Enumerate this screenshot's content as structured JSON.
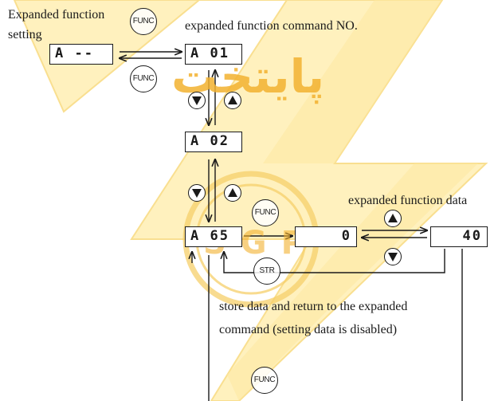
{
  "labels": {
    "expanded_function_setting_line1": "Expanded function",
    "expanded_function_setting_line2": "setting",
    "expanded_command_no": "expanded function command NO.",
    "expanded_function_data": "expanded function data",
    "store_note_line1": "store data and return to the expanded",
    "store_note_line2": "command (setting data is disabled)"
  },
  "displays": {
    "group": "A --",
    "cmd_01": "A 01",
    "cmd_02": "A 02",
    "cmd_65": "A 65",
    "data_initial": "0",
    "data_set": "40"
  },
  "buttons": {
    "func": "FUNC",
    "store": "STR"
  },
  "icons": {
    "up": "up-arrow-key-icon",
    "down": "down-arrow-key-icon",
    "func": "func-key-icon",
    "store": "store-key-icon"
  },
  "watermark": {
    "persian_word": "پایتخت",
    "brand": "SGP",
    "colors": {
      "bolt": "#fff0b8",
      "text": "#f3b230",
      "ring": "#f6cf6a"
    }
  },
  "colors": {
    "ink": "#1a1a1a",
    "background": "#ffffff"
  }
}
